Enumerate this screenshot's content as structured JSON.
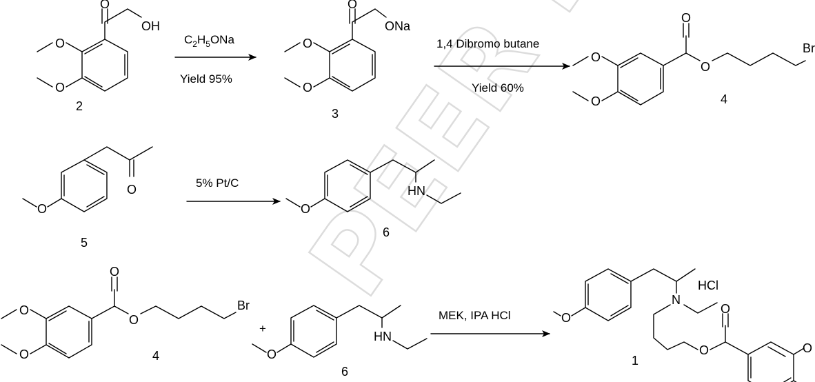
{
  "watermark": "PEER REVIEW",
  "compounds": {
    "c2": {
      "number": "2",
      "acid_o": "O",
      "acid_oh": "OH",
      "ome_3": "O",
      "ome_4": "O"
    },
    "c3": {
      "number": "3",
      "carbonyl_o": "O",
      "ona": "ONa",
      "ome_3": "O",
      "ome_4": "O"
    },
    "c4": {
      "number": "4",
      "carbonyl_o": "O",
      "ester_o": "O",
      "br": "Br",
      "ome_3": "O",
      "ome_4": "O"
    },
    "c5": {
      "number": "5",
      "ketone_o": "O",
      "ome": "O"
    },
    "c6": {
      "number": "6",
      "hn": "HN",
      "ome": "O"
    },
    "c4b": {
      "number": "4",
      "carbonyl_o": "O",
      "ester_o": "O",
      "br": "Br",
      "ome_3": "O",
      "ome_4": "O"
    },
    "c6b": {
      "number": "6",
      "hn": "HN",
      "ome": "O"
    },
    "c1": {
      "number": "1",
      "n": "N",
      "hcl": "HCl",
      "ome": "O",
      "carbonyl_o": "O",
      "ester_o": "O",
      "ome_3": "O",
      "ome_4": "O"
    }
  },
  "reactions": {
    "r1": {
      "reagent_main": "C",
      "reagent_sub1": "2",
      "reagent_mid": "H",
      "reagent_sub2": "5",
      "reagent_tail": "ONa",
      "yield": "Yield 95%"
    },
    "r2": {
      "reagent": "1,4 Dibromo butane",
      "yield": "Yield 60%"
    },
    "r3": {
      "reagent": "5% Pt/C"
    },
    "r4": {
      "plus": "+",
      "reagent": "MEK, IPA HCl"
    }
  }
}
